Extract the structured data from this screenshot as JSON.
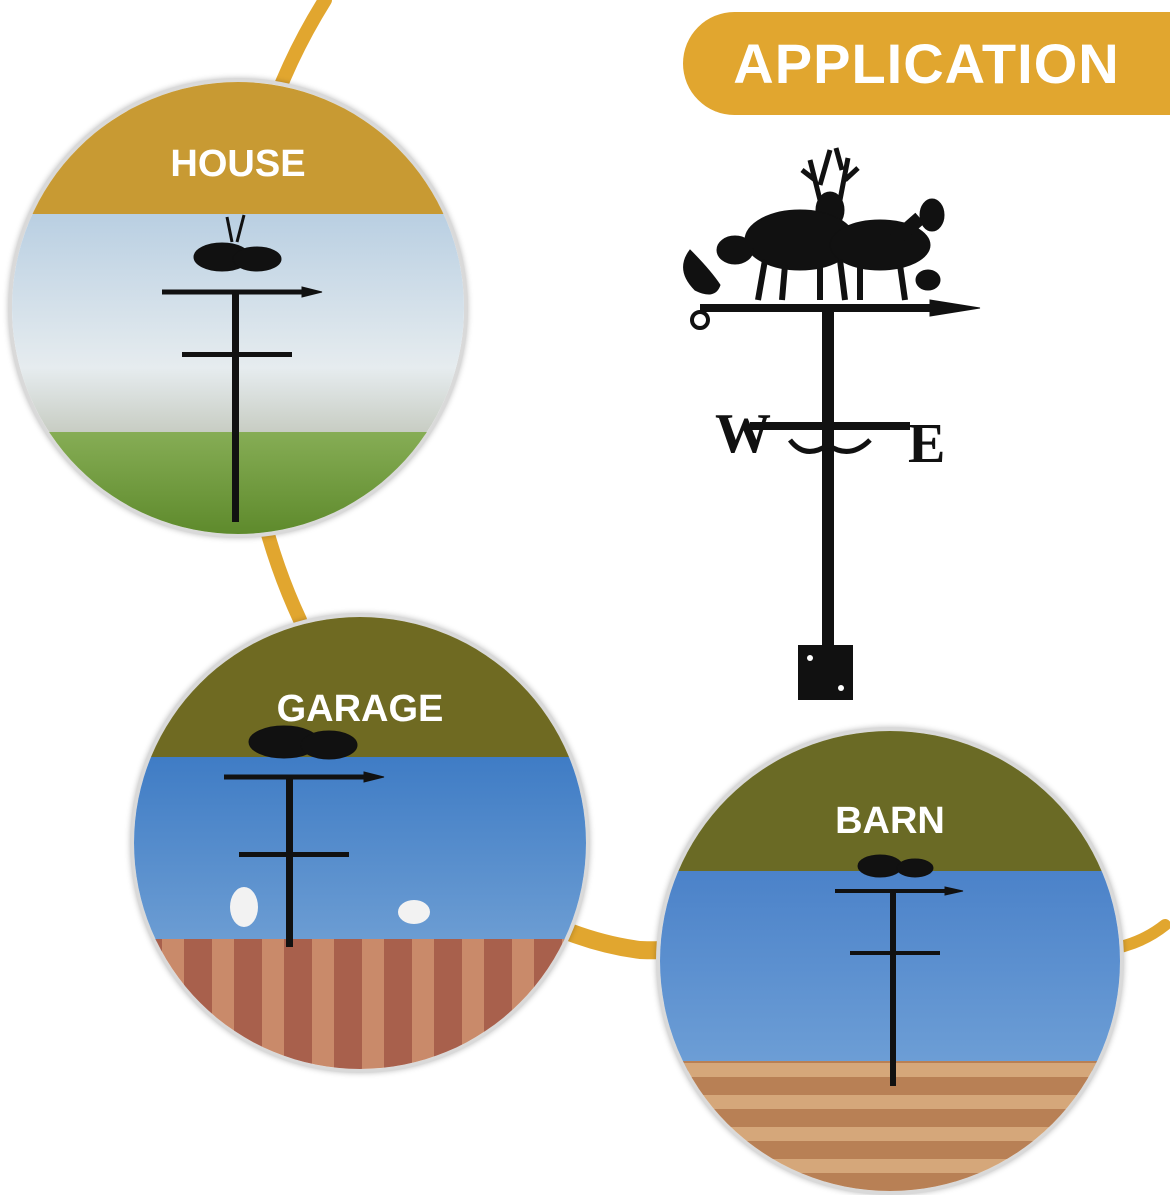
{
  "banner": {
    "title": "APPLICATION",
    "color": "#e1a62f"
  },
  "scenes": [
    {
      "label": "HOUSE",
      "band_color": "#c89a33",
      "sky": "#dfe7ea",
      "ground": "#6f9a3a"
    },
    {
      "label": "GARAGE",
      "band_color": "#6f6a22",
      "sky": "#4f86c9",
      "ground": "#b06a52"
    },
    {
      "label": "BARN",
      "band_color": "#6a6a25",
      "sky": "#5b8fd0",
      "ground": "#c58f63"
    }
  ],
  "product": {
    "name": "deer-weathervane",
    "compass": [
      "W",
      "E"
    ]
  },
  "colors": {
    "accent": "#e1a62f",
    "silhouette": "#111111",
    "ring": "#d9d9d9"
  }
}
